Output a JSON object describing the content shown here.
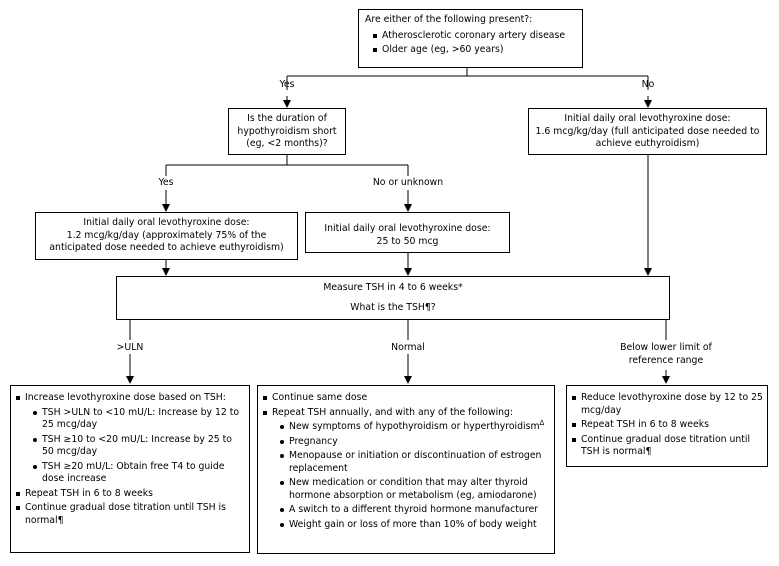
{
  "start": {
    "question": "Are either of the following present?:",
    "items": [
      "Atherosclerotic coronary artery disease",
      "Older age (eg, >60 years)"
    ]
  },
  "branch_top": {
    "yes": "Yes",
    "no": "No"
  },
  "duration": {
    "text": "Is the duration of hypothyroidism short (eg, <2 months)?"
  },
  "full_dose": {
    "line1": "Initial daily oral levothyroxine dose:",
    "line2": "1.6 mcg/kg/day (full anticipated dose needed to achieve euthyroidism)"
  },
  "branch_mid": {
    "yes": "Yes",
    "no": "No or unknown"
  },
  "partial_dose": {
    "line1": "Initial daily oral levothyroxine dose:",
    "line2": "1.2 mcg/kg/day (approximately 75% of the anticipated dose needed to achieve euthyroidism)"
  },
  "low_dose": {
    "line1": "Initial daily oral levothyroxine dose:",
    "line2": "25 to 50 mcg"
  },
  "measure": {
    "line1": "Measure TSH in 4 to 6 weeks*",
    "line2": "What is the TSH¶?"
  },
  "outcomes": {
    "high": ">ULN",
    "normal": "Normal",
    "low": "Below lower limit of reference range"
  },
  "high_box": {
    "item1": "Increase levothyroxine dose based on TSH:",
    "sub": [
      "TSH >ULN to <10 mU/L: Increase by 12 to 25 mcg/day",
      "TSH ≥10 to <20 mU/L: Increase by 25 to 50 mcg/day",
      "TSH ≥20 mU/L: Obtain free T4 to guide dose increase"
    ],
    "item2": "Repeat TSH in 6 to 8 weeks",
    "item3": "Continue gradual dose titration until TSH is normal¶"
  },
  "normal_box": {
    "item1": "Continue same dose",
    "item2": "Repeat TSH annually, and with any of the following:",
    "sub1": "New symptoms of hypothyroidism or hyperthyroidism",
    "sub1_sup": "Δ",
    "sub": [
      "Pregnancy",
      "Menopause or initiation or discontinuation of estrogen replacement",
      "New medication or condition that may alter thyroid hormone absorption or metabolism (eg, amiodarone)",
      "A switch to a different thyroid hormone manufacturer",
      "Weight gain or loss of more than 10% of body weight"
    ]
  },
  "low_box": {
    "items": [
      "Reduce levothyroxine dose by 12 to 25 mcg/day",
      "Repeat TSH in 6 to 8 weeks",
      "Continue gradual dose titration until TSH is normal¶"
    ]
  }
}
